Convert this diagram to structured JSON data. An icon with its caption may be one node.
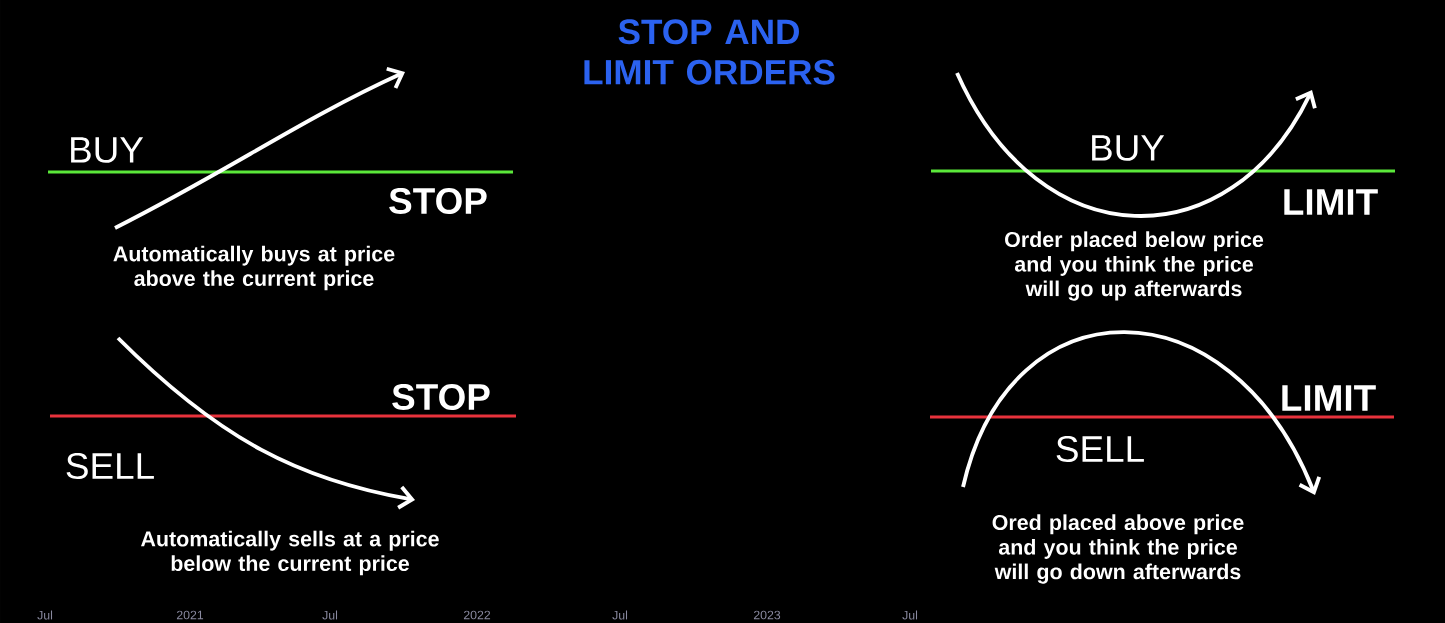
{
  "diagram": {
    "title": "STOP AND LIMIT ORDERS",
    "labels": [
      "BUY",
      "STOP",
      "Automatically buys at price above the current price",
      "BUY",
      "LIMIT",
      "Order placed below price and you think the price will go up afterwards",
      "STOP",
      "SELL",
      "Automatically sells at a price below the current price",
      "LIMIT",
      "SELL",
      "Ored placed above price and you think the price will go down afterwards",
      "Jul",
      "2021",
      "Jul",
      "2022",
      "Jul",
      "2023",
      "Jul"
    ]
  }
}
